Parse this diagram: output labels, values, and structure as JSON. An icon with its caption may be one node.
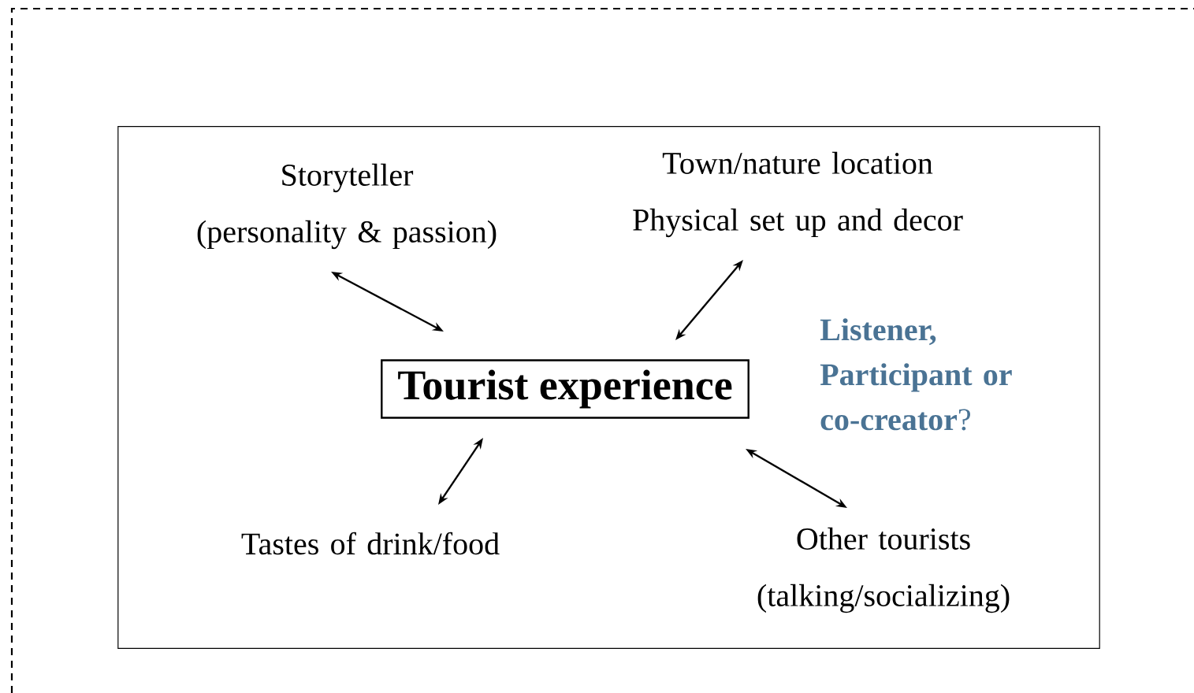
{
  "diagram": {
    "nodes": [
      {
        "text": [],
        "shape": "box"
      },
      {
        "text": [
          "Storyteller",
          "(personality & passion)"
        ],
        "in": 0
      },
      {
        "text": [
          "Town/nature location",
          "Physical set up and decor"
        ],
        "in": 0
      },
      {
        "text": [
          "Tourist experience"
        ],
        "in": 0
      },
      {
        "text": [
          "Tastes of drink/food"
        ],
        "in": 0
      },
      {
        "text": [
          "Other tourists (talking/socializing)"
        ],
        "in": 0
      }
    ],
    "edges": [
      {
        "from": 1,
        "to": 3,
        "arrow": "both"
      },
      {
        "from": 2,
        "to": 3,
        "arrow": "both"
      },
      {
        "from": 3,
        "to": 4,
        "arrow": "both"
      },
      {
        "from": 3,
        "to": 5,
        "arrow": "both"
      }
    ],
    "labels": [
      "**Listener, Participant or co-creator**?"
    ]
  }
}
